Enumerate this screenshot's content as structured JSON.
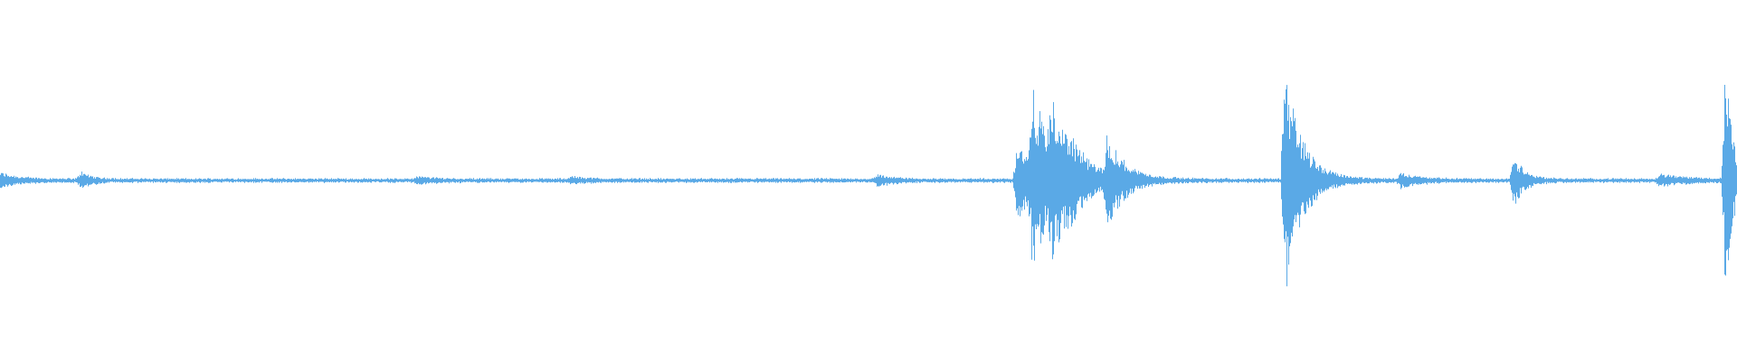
{
  "waveform": {
    "color": "#5aa9e6",
    "background": "#ffffff",
    "events": [
      {
        "t": 0.0,
        "amp": 0.05,
        "decay": 0.01
      },
      {
        "t": 0.046,
        "amp": 0.06,
        "decay": 0.006
      },
      {
        "t": 0.24,
        "amp": 0.02,
        "decay": 0.01
      },
      {
        "t": 0.328,
        "amp": 0.02,
        "decay": 0.01
      },
      {
        "t": 0.505,
        "amp": 0.04,
        "decay": 0.008
      },
      {
        "t": 0.585,
        "amp": 0.3,
        "decay": 0.012
      },
      {
        "t": 0.594,
        "amp": 0.55,
        "decay": 0.014
      },
      {
        "t": 0.605,
        "amp": 0.32,
        "decay": 0.012
      },
      {
        "t": 0.615,
        "amp": 0.12,
        "decay": 0.008
      },
      {
        "t": 0.637,
        "amp": 0.3,
        "decay": 0.01
      },
      {
        "t": 0.739,
        "amp": 0.9,
        "decay": 0.01
      },
      {
        "t": 0.806,
        "amp": 0.05,
        "decay": 0.01
      },
      {
        "t": 0.871,
        "amp": 0.2,
        "decay": 0.006
      },
      {
        "t": 0.955,
        "amp": 0.04,
        "decay": 0.015
      },
      {
        "t": 0.993,
        "amp": 0.95,
        "decay": 0.004
      }
    ]
  }
}
